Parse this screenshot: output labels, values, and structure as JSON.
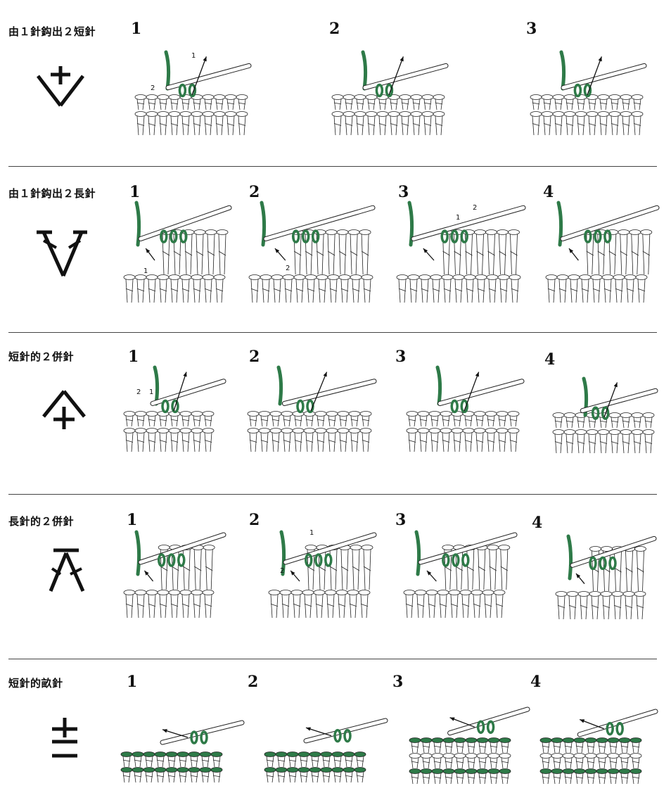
{
  "sections": [
    {
      "title": "由１針鈎出２短針",
      "symbol": "sc-2-in-1",
      "steps": [
        "1",
        "2",
        "3"
      ]
    },
    {
      "title": "由１針鈎出２長針",
      "symbol": "dc-2-in-1",
      "steps": [
        "1",
        "2",
        "3",
        "4"
      ]
    },
    {
      "title": "短針的２併針",
      "symbol": "sc2tog",
      "steps": [
        "1",
        "2",
        "3",
        "4"
      ]
    },
    {
      "title": "長針的２併針",
      "symbol": "dc2tog",
      "steps": [
        "1",
        "2",
        "3",
        "4"
      ]
    },
    {
      "title": "短針的畝針",
      "symbol": "sc-back-loop",
      "steps": [
        "1",
        "2",
        "3",
        "4"
      ]
    }
  ],
  "arrow_labels": {
    "one": "1",
    "two": "2"
  },
  "colors": {
    "yarn": "#2e7a48",
    "outline": "#222222",
    "background": "#ffffff"
  }
}
